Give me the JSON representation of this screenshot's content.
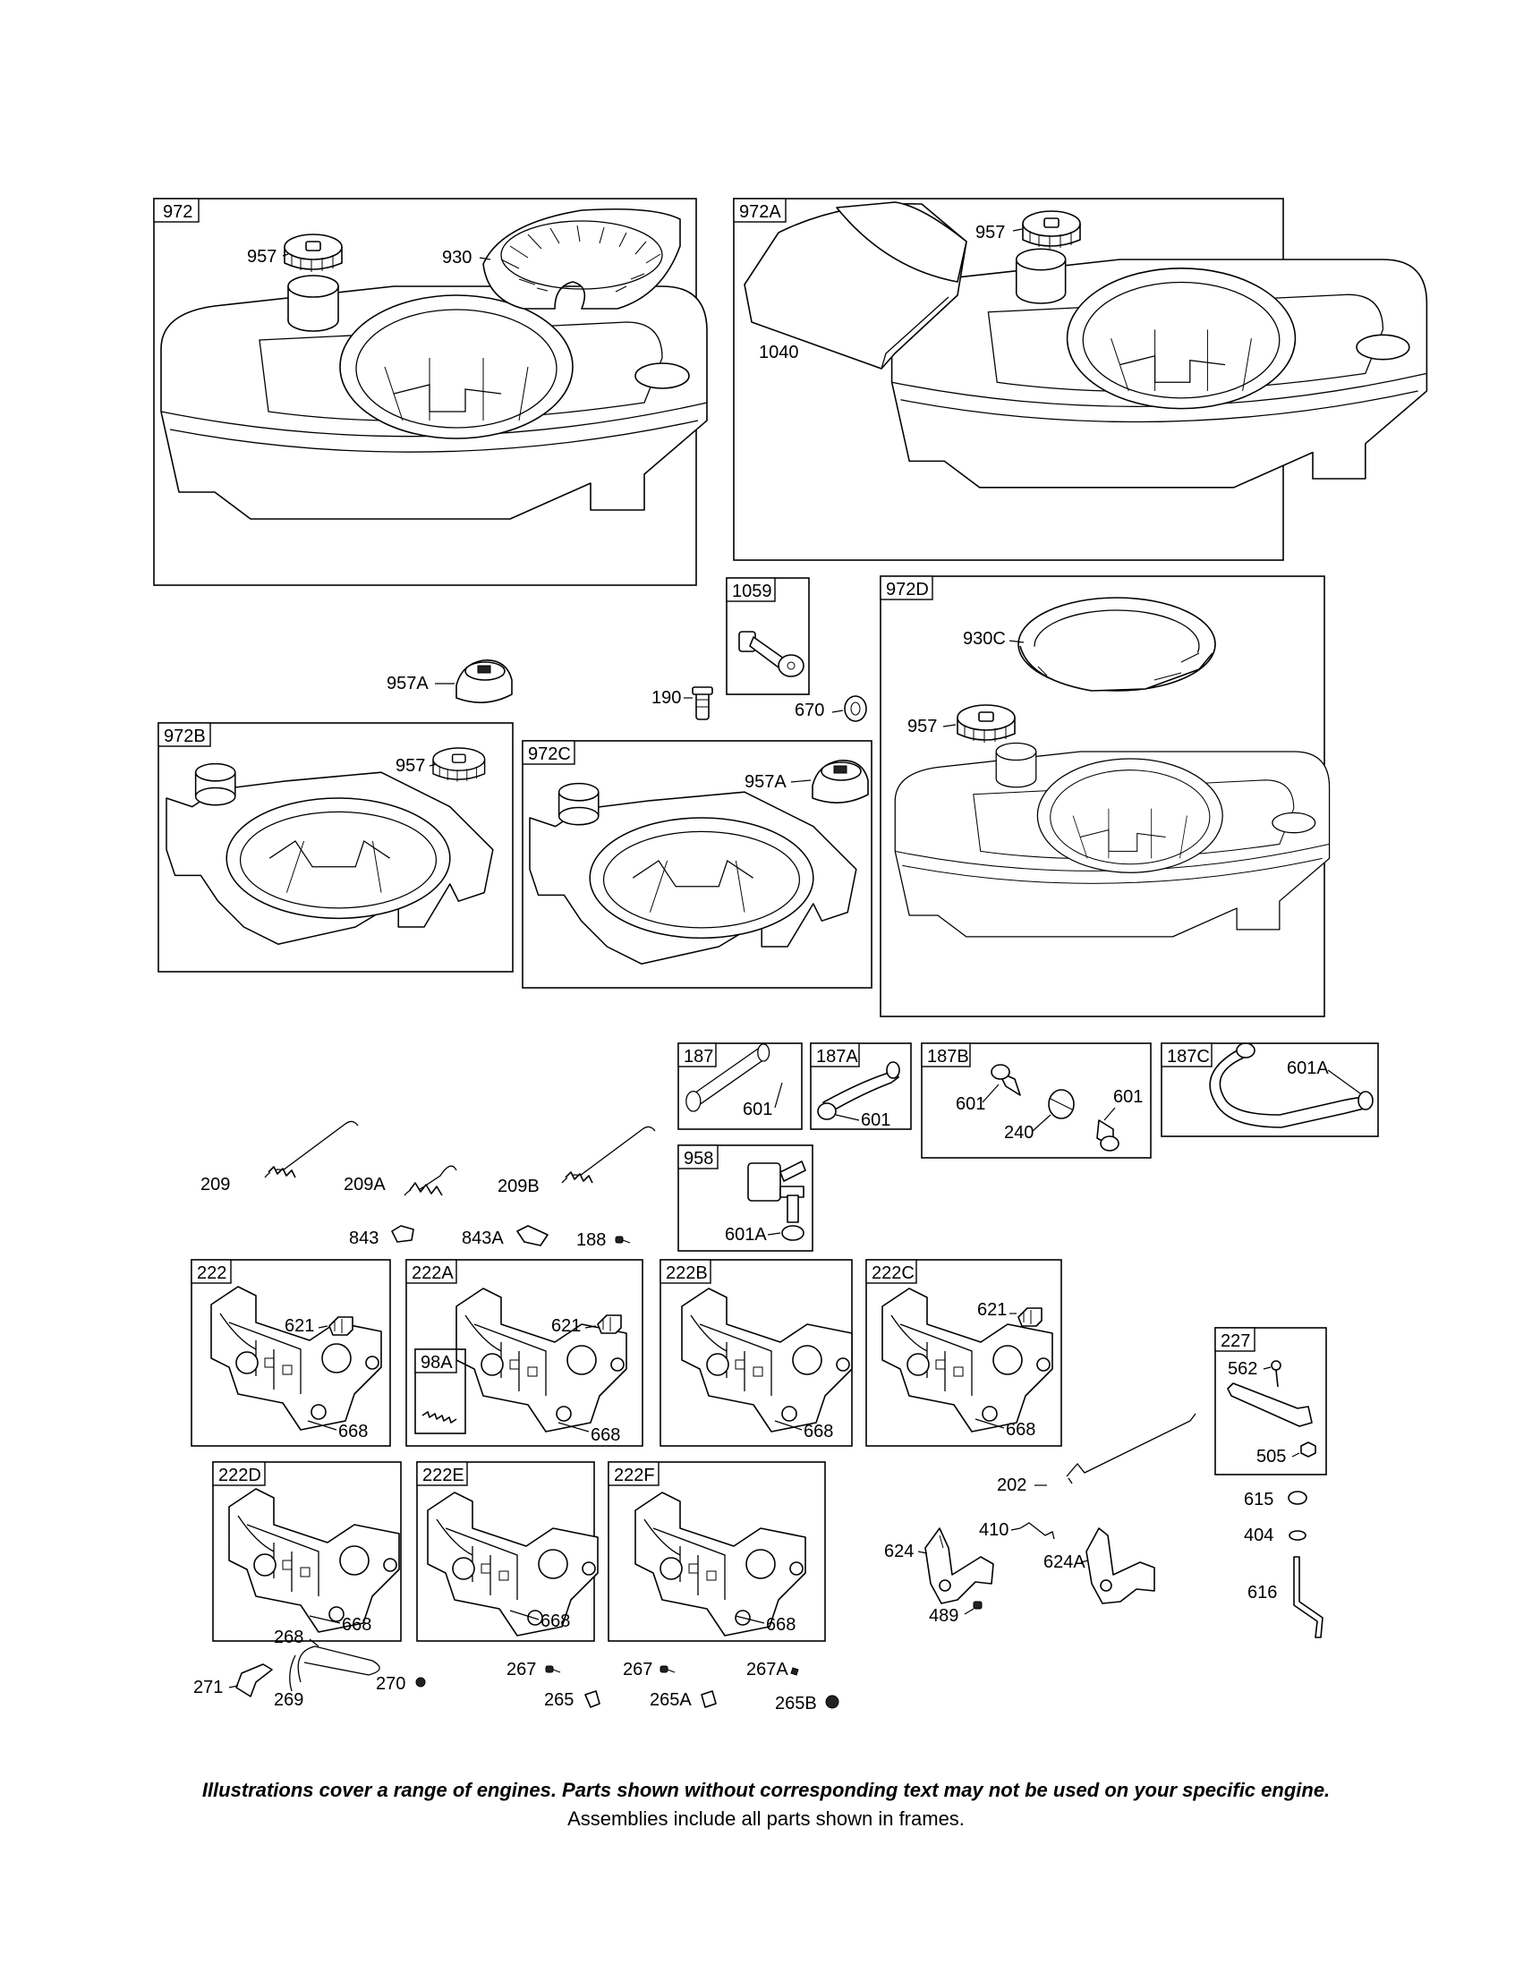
{
  "frames": {
    "f972": "972",
    "f972A": "972A",
    "f1059": "1059",
    "f972D": "972D",
    "f972B": "972B",
    "f972C": "972C",
    "f187": "187",
    "f187A": "187A",
    "f187B": "187B",
    "f187C": "187C",
    "f958": "958",
    "f222": "222",
    "f222A": "222A",
    "f98A": "98A",
    "f222B": "222B",
    "f222C": "222C",
    "f227": "227",
    "f222D": "222D",
    "f222E": "222E",
    "f222F": "222F"
  },
  "labels": {
    "l957_a": "957",
    "l930": "930",
    "l957_b": "957",
    "l1040": "1040",
    "l957A_a": "957A",
    "l190": "190",
    "l670": "670",
    "l930C": "930C",
    "l957_c": "957",
    "l957_d": "957",
    "l957A_b": "957A",
    "l601_a": "601",
    "l601_b": "601",
    "l601_c": "601",
    "l601_d": "601",
    "l240": "240",
    "l601A_a": "601A",
    "l601A_b": "601A",
    "l209": "209",
    "l209A": "209A",
    "l209B": "209B",
    "l843": "843",
    "l843A": "843A",
    "l188": "188",
    "l621_a": "621",
    "l621_b": "621",
    "l621_c": "621",
    "l668_a": "668",
    "l668_b": "668",
    "l668_c": "668",
    "l668_d": "668",
    "l668_e": "668",
    "l668_f": "668",
    "l668_g": "668",
    "l562": "562",
    "l505": "505",
    "l202": "202",
    "l615": "615",
    "l404": "404",
    "l410": "410",
    "l624": "624",
    "l624A": "624A",
    "l489": "489",
    "l616": "616",
    "l268": "268",
    "l271": "271",
    "l269": "269",
    "l270": "270",
    "l267_a": "267",
    "l267_b": "267",
    "l267A": "267A",
    "l265": "265",
    "l265A": "265A",
    "l265B": "265B"
  },
  "footer": {
    "note": "Illustrations cover a range of engines. Parts shown without corresponding text may not be used on your specific engine.",
    "sub": "Assemblies include all parts shown in frames."
  }
}
